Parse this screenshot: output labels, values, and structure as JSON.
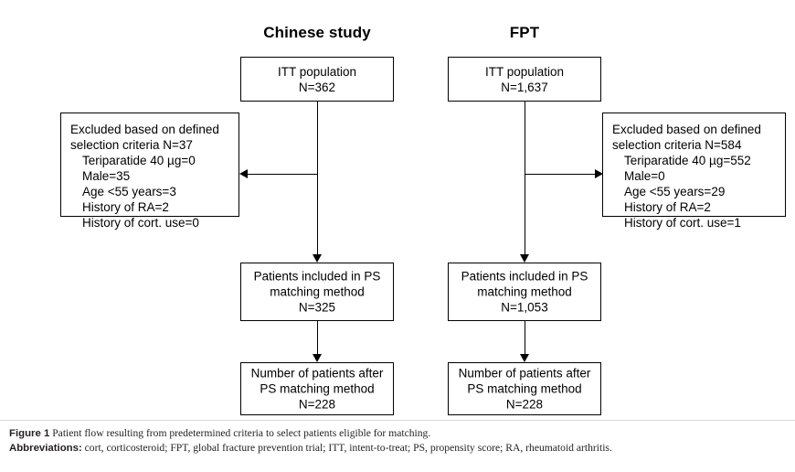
{
  "figure": {
    "columns": [
      {
        "id": "chinese",
        "title": "Chinese study"
      },
      {
        "id": "fpt",
        "title": "FPT"
      }
    ],
    "boxes": {
      "itt_left": {
        "line1": "ITT population",
        "line2": "N=362"
      },
      "itt_right": {
        "line1": "ITT population",
        "line2": "N=1,637"
      },
      "excluded_left": {
        "line1": "Excluded based on defined",
        "line2": "selection criteria N=37",
        "items": [
          "Teriparatide 40 µg=0",
          "Male=35",
          "Age <55 years=3",
          "History of RA=2",
          "History of cort. use=0"
        ]
      },
      "excluded_right": {
        "line1": "Excluded based on defined",
        "line2": "selection criteria N=584",
        "items": [
          "Teriparatide 40 µg=552",
          "Male=0",
          "Age <55 years=29",
          "History of RA=2",
          "History of cort. use=1"
        ]
      },
      "ps_left": {
        "line1": "Patients included in PS",
        "line2": "matching method",
        "line3": "N=325"
      },
      "ps_right": {
        "line1": "Patients included in PS",
        "line2": "matching method",
        "line3": "N=1,053"
      },
      "after_left": {
        "line1": "Number of patients after",
        "line2": "PS matching method",
        "line3": "N=228"
      },
      "after_right": {
        "line1": "Number of patients after",
        "line2": "PS matching method",
        "line3": "N=228"
      }
    },
    "caption": {
      "figure_label": "Figure 1",
      "figure_text": "Patient flow resulting from predetermined criteria to select patients eligible for matching.",
      "abbrev_label": "Abbreviations:",
      "abbrev_text": "cort, corticosteroid; FPT, global fracture prevention trial; ITT, intent-to-treat; PS, propensity score; RA, rheumatoid arthritis."
    },
    "colors": {
      "stroke": "#000000",
      "background": "#ffffff",
      "caption_text": "#231f20"
    }
  }
}
